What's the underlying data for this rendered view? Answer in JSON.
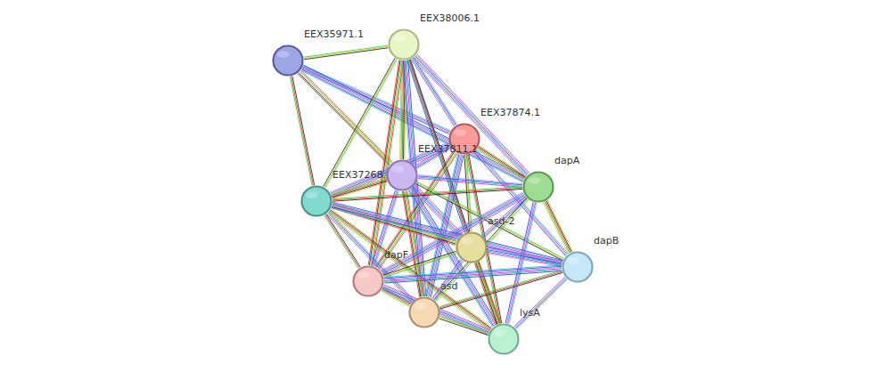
{
  "diagram": {
    "nodes": [
      {
        "text": [
          "EEX35971.1"
        ]
      },
      {
        "text": [
          "EEX38006.1"
        ]
      },
      {
        "text": [
          "EEX37874.1"
        ]
      },
      {
        "text": [
          "EEX37811.1"
        ]
      },
      {
        "text": [
          "dapA"
        ]
      },
      {
        "text": [
          "EEX37268.1"
        ]
      },
      {
        "text": [
          "asd-2"
        ]
      },
      {
        "text": [
          "dapB"
        ]
      },
      {
        "text": [
          "dapF"
        ]
      },
      {
        "text": [
          "asd"
        ]
      },
      {
        "text": [
          "lysA"
        ]
      }
    ],
    "edges": [
      {
        "from": 0,
        "to": 1,
        "arrow": "none"
      },
      {
        "from": 0,
        "to": 2,
        "arrow": "none"
      },
      {
        "from": 0,
        "to": 3,
        "arrow": "none"
      },
      {
        "from": 0,
        "to": 4,
        "arrow": "none"
      },
      {
        "from": 0,
        "to": 5,
        "arrow": "none"
      },
      {
        "from": 1,
        "to": 2,
        "arrow": "none"
      },
      {
        "from": 1,
        "to": 3,
        "arrow": "none"
      },
      {
        "from": 1,
        "to": 4,
        "arrow": "none"
      },
      {
        "from": 1,
        "to": 5,
        "arrow": "none"
      },
      {
        "from": 1,
        "to": 6,
        "arrow": "none"
      },
      {
        "from": 1,
        "to": 8,
        "arrow": "none"
      },
      {
        "from": 1,
        "to": 9,
        "arrow": "none"
      },
      {
        "from": 1,
        "to": 10,
        "arrow": "none"
      },
      {
        "from": 2,
        "to": 3,
        "arrow": "none"
      },
      {
        "from": 2,
        "to": 4,
        "arrow": "none"
      },
      {
        "from": 2,
        "to": 5,
        "arrow": "none"
      },
      {
        "from": 2,
        "to": 6,
        "arrow": "none"
      },
      {
        "from": 2,
        "to": 7,
        "arrow": "none"
      },
      {
        "from": 2,
        "to": 8,
        "arrow": "none"
      },
      {
        "from": 2,
        "to": 9,
        "arrow": "none"
      },
      {
        "from": 2,
        "to": 10,
        "arrow": "none"
      },
      {
        "from": 3,
        "to": 4,
        "arrow": "none"
      },
      {
        "from": 3,
        "to": 5,
        "arrow": "none"
      },
      {
        "from": 3,
        "to": 6,
        "arrow": "none"
      },
      {
        "from": 3,
        "to": 7,
        "arrow": "none"
      },
      {
        "from": 3,
        "to": 8,
        "arrow": "none"
      },
      {
        "from": 3,
        "to": 9,
        "arrow": "none"
      },
      {
        "from": 3,
        "to": 10,
        "arrow": "none"
      },
      {
        "from": 4,
        "to": 5,
        "arrow": "none"
      },
      {
        "from": 4,
        "to": 6,
        "arrow": "none"
      },
      {
        "from": 4,
        "to": 7,
        "arrow": "none"
      },
      {
        "from": 4,
        "to": 8,
        "arrow": "none"
      },
      {
        "from": 4,
        "to": 9,
        "arrow": "none"
      },
      {
        "from": 4,
        "to": 10,
        "arrow": "none"
      },
      {
        "from": 5,
        "to": 6,
        "arrow": "none"
      },
      {
        "from": 5,
        "to": 7,
        "arrow": "none"
      },
      {
        "from": 5,
        "to": 8,
        "arrow": "none"
      },
      {
        "from": 5,
        "to": 9,
        "arrow": "none"
      },
      {
        "from": 5,
        "to": 10,
        "arrow": "none"
      },
      {
        "from": 6,
        "to": 7,
        "arrow": "none"
      },
      {
        "from": 6,
        "to": 8,
        "arrow": "none"
      },
      {
        "from": 6,
        "to": 9,
        "arrow": "none"
      },
      {
        "from": 6,
        "to": 10,
        "arrow": "none"
      },
      {
        "from": 7,
        "to": 8,
        "arrow": "none"
      },
      {
        "from": 7,
        "to": 9,
        "arrow": "none"
      },
      {
        "from": 7,
        "to": 10,
        "arrow": "none"
      },
      {
        "from": 8,
        "to": 9,
        "arrow": "none"
      },
      {
        "from": 8,
        "to": 10,
        "arrow": "none"
      },
      {
        "from": 9,
        "to": 10,
        "arrow": "none"
      }
    ]
  }
}
